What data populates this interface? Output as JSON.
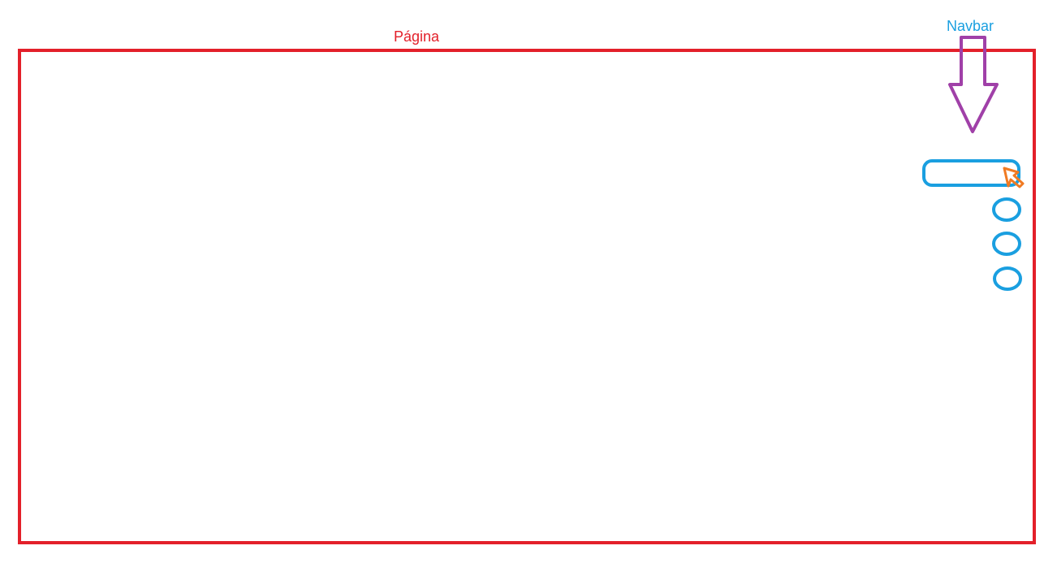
{
  "page": {
    "label": "Página",
    "color": "#e3202a"
  },
  "navbar": {
    "label": "Navbar",
    "color": "#1a9fe0",
    "items": [
      {
        "kind": "search-bar-icon"
      },
      {
        "kind": "circle-icon"
      },
      {
        "kind": "circle-icon"
      },
      {
        "kind": "circle-icon"
      }
    ]
  },
  "arrow": {
    "color": "#a040a8",
    "direction": "down",
    "icon": "arrow-down-icon"
  },
  "cursor": {
    "color": "#f07a22",
    "icon": "cursor-icon"
  }
}
